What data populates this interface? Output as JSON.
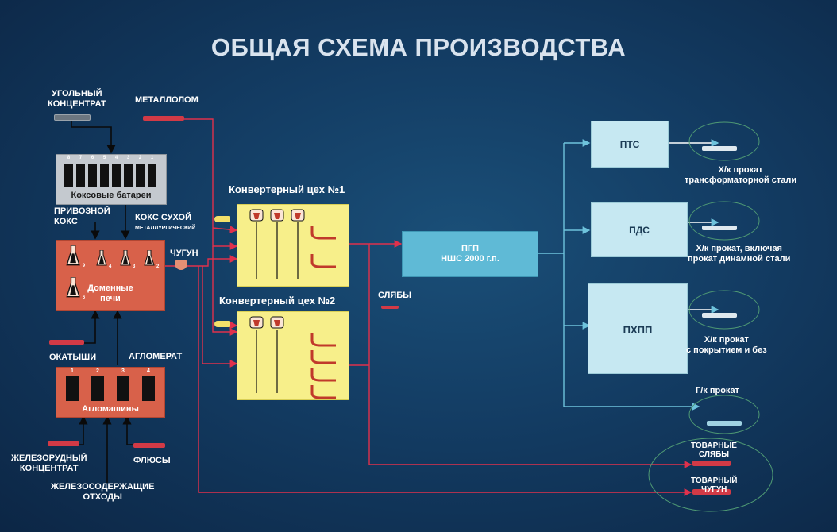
{
  "title": "ОБЩАЯ СХЕМА ПРОИЗВОДСТВА",
  "inputs": {
    "coal": "УГОЛЬНЫЙ\nКОНЦЕНТРАТ",
    "scrap": "МЕТАЛЛОЛОМ",
    "imported_coke": "ПРИВОЗНОЙ\nКОКС",
    "dry_coke_line1": "КОКС СУХОЙ",
    "dry_coke_line2": "МЕТАЛЛУРГИЧЕСКИЙ",
    "pig_iron": "ЧУГУН",
    "pellets": "ОКАТЫШИ",
    "agglomerate": "АГЛОМЕРАТ",
    "iron_ore": "ЖЕЛЕЗОРУДНЫЙ\nКОНЦЕНТРАТ",
    "iron_waste": "ЖЕЛЕЗОСОДЕРЖАЩИЕ\nОТХОДЫ",
    "fluxes": "ФЛЮСЫ",
    "slabs": "СЛЯБЫ"
  },
  "units": {
    "coke_batteries": "Коксовые батареи",
    "blast_furnaces": "Доменные\nпечи",
    "sinter_machines": "Агломашины",
    "converter1": "Конвертерный цех №1",
    "converter2": "Конвертерный цех №2",
    "pgp": "ПГП\nНШС 2000 г.п.",
    "pts": "ПТС",
    "pds": "ПДС",
    "phpp": "ПХПП"
  },
  "battery_numbers": [
    "8",
    "7",
    "6",
    "5",
    "4",
    "3",
    "2",
    "1"
  ],
  "furnace_numbers": [
    "9",
    "4",
    "3",
    "2",
    "6"
  ],
  "sinter_numbers": [
    "1",
    "2",
    "3",
    "4"
  ],
  "outputs": {
    "transformer": "Х/к прокат\nтрансформаторной стали",
    "dynamo": "Х/к прокат, включая\nпрокат динамной стали",
    "coated": "Х/к прокат\nс покрытием и без",
    "hot_rolled": "Г/к прокат",
    "market_slabs": "ТОВАРНЫЕ\nСЛЯБЫ",
    "market_iron": "ТОВАРНЫЙ\nЧУГУН"
  },
  "colors": {
    "background": "#133c63",
    "red_flow": "#e0314c",
    "blue_flow": "#6ec3dc",
    "black_flow": "#0a0a0a"
  }
}
